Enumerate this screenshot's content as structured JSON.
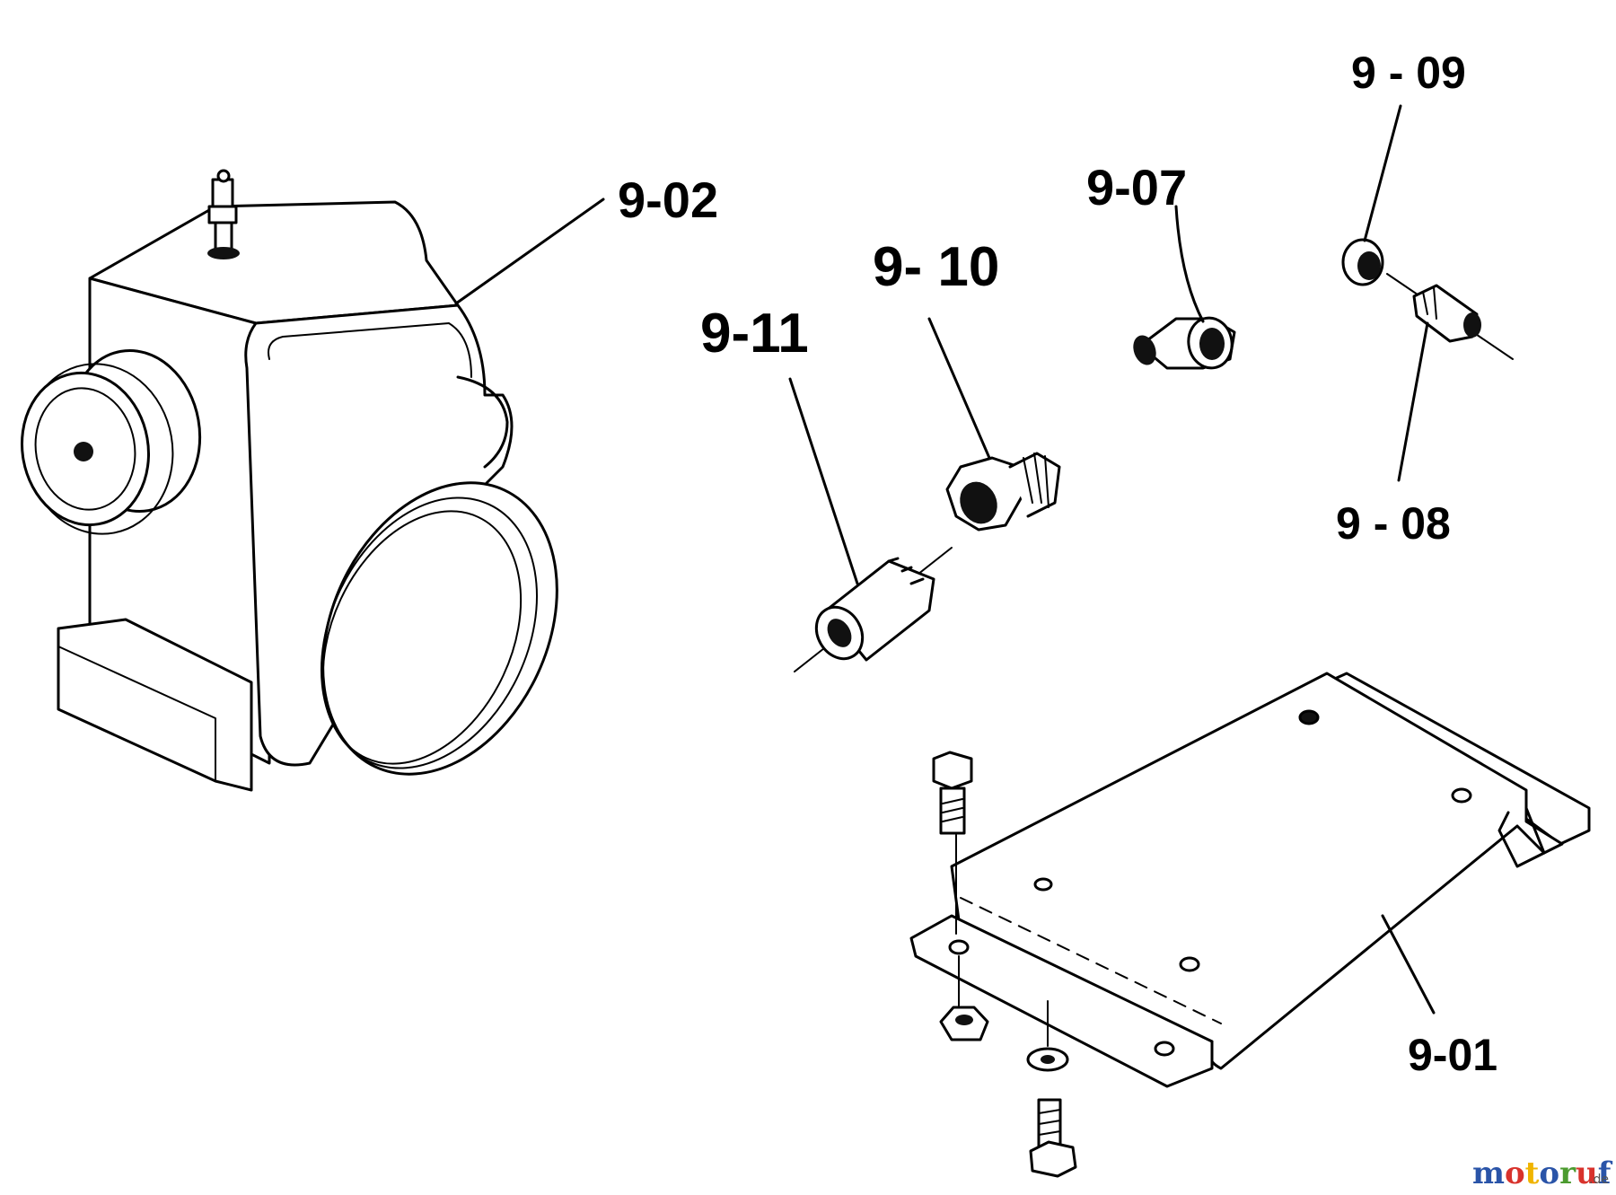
{
  "labels": {
    "p902": "9-02",
    "p911": "9-11",
    "p910": "9- 10",
    "p907": "9-07",
    "p909": "9 - 09",
    "p908": "9 - 08",
    "p901": "9-01"
  },
  "watermark": {
    "text": "motoruf",
    "suffix": ".de",
    "letter_colors": [
      "#2a54a8",
      "#d8322c",
      "#f0b400",
      "#2a54a8",
      "#4b9b2f",
      "#d8322c",
      "#2a54a8"
    ]
  }
}
